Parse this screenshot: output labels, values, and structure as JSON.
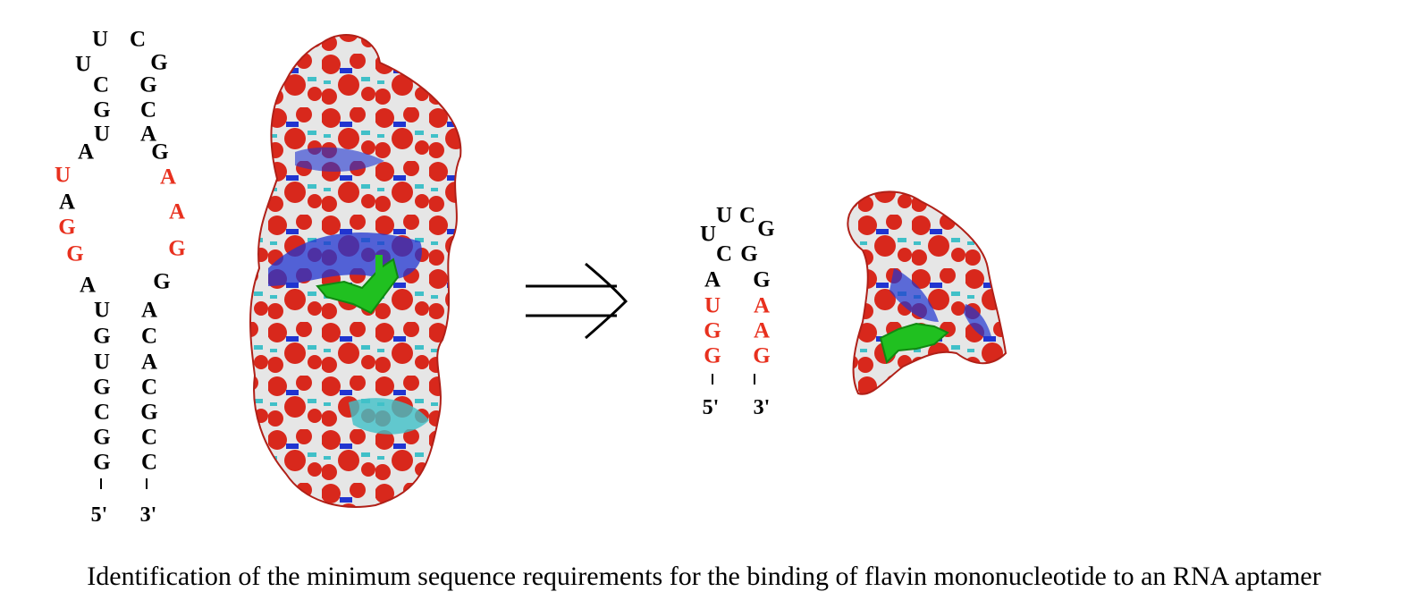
{
  "colors": {
    "paired": "#000000",
    "highlight": "#e8301e",
    "surface_white": "#e8e8e8",
    "surface_red": "#d8281c",
    "surface_blue": "#2034d0",
    "surface_cyan": "#40c0c8",
    "ligand_green": "#20c020"
  },
  "full_aptamer": {
    "left_strand": [
      "U",
      "U",
      "C",
      "G",
      "U",
      "A",
      "U",
      "A",
      "G",
      "G",
      "A",
      "U",
      "G",
      "U",
      "G",
      "C",
      "G",
      "G"
    ],
    "left_colors": [
      "black",
      "black",
      "black",
      "black",
      "black",
      "black",
      "red",
      "black",
      "red",
      "red",
      "black",
      "black",
      "black",
      "black",
      "black",
      "black",
      "black",
      "black"
    ],
    "right_strand": [
      "C",
      "G",
      "G",
      "C",
      "A",
      "G",
      "A",
      "A",
      "G",
      "G",
      "A",
      "C",
      "A",
      "C",
      "G",
      "C",
      "C"
    ],
    "right_colors": [
      "black",
      "black",
      "black",
      "black",
      "black",
      "black",
      "red",
      "red",
      "red",
      "black",
      "black",
      "black",
      "black",
      "black",
      "black",
      "black",
      "black"
    ],
    "five_prime": "5'",
    "three_prime": "3'"
  },
  "minimal_aptamer": {
    "nucleotides": [
      "U",
      "C",
      "U",
      "G",
      "C",
      "G",
      "A",
      "G",
      "U",
      "A",
      "G",
      "A",
      "G",
      "G"
    ],
    "colors": [
      "black",
      "black",
      "black",
      "black",
      "black",
      "black",
      "black",
      "black",
      "red",
      "red",
      "red",
      "red",
      "red",
      "red"
    ],
    "five_prime": "5'",
    "three_prime": "3'"
  },
  "caption": "Identification of the minimum sequence requirements for the binding of flavin mononucleotide to an RNA aptamer"
}
